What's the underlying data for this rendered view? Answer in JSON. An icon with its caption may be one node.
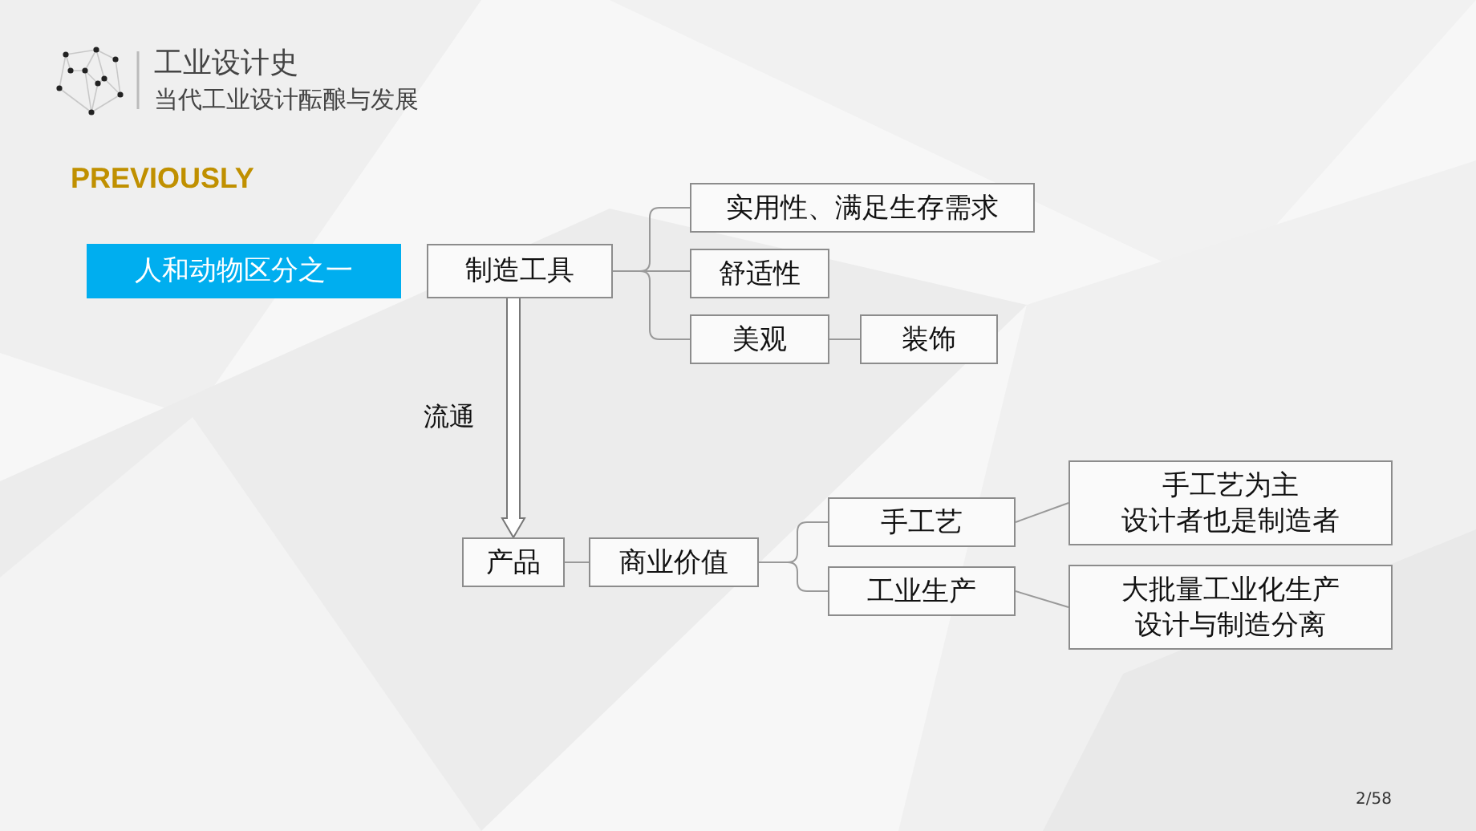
{
  "diagram": {
    "title": "工业设计史",
    "nodes": [
      {
        "text": [
          "人和动物区分之一"
        ]
      },
      {
        "text": [
          "制造工具"
        ]
      },
      {
        "text": [
          "实用性、满足生存需求"
        ]
      },
      {
        "text": [
          "舒适性"
        ]
      },
      {
        "text": [
          "美观"
        ]
      },
      {
        "text": [
          "装饰"
        ]
      },
      {
        "text": [
          "产品"
        ]
      },
      {
        "text": [
          "商业价值"
        ]
      },
      {
        "text": [
          "手工艺"
        ]
      },
      {
        "text": [
          "工业生产"
        ]
      },
      {
        "text": [
          "手工艺为主",
          "设计者也是制造者"
        ]
      },
      {
        "text": [
          "大批量工业化生产",
          "设计与制造分离"
        ]
      }
    ],
    "edges": [
      {
        "from": 1,
        "to": 2,
        "arrow": "none"
      },
      {
        "from": 1,
        "to": 3,
        "arrow": "none"
      },
      {
        "from": 1,
        "to": 4,
        "arrow": "none"
      },
      {
        "from": 4,
        "to": 5,
        "arrow": "none"
      },
      {
        "from": 1,
        "to": 6,
        "arrow": "to",
        "label": "流通"
      },
      {
        "from": 6,
        "to": 7,
        "arrow": "none"
      },
      {
        "from": 7,
        "to": 8,
        "arrow": "none"
      },
      {
        "from": 7,
        "to": 9,
        "arrow": "none"
      },
      {
        "from": 8,
        "to": 10,
        "arrow": "none"
      },
      {
        "from": 9,
        "to": 11,
        "arrow": "none"
      }
    ],
    "labels": [
      "当代工业设计酝酿与发展",
      "PREVIOUSLY",
      "2/58"
    ]
  }
}
